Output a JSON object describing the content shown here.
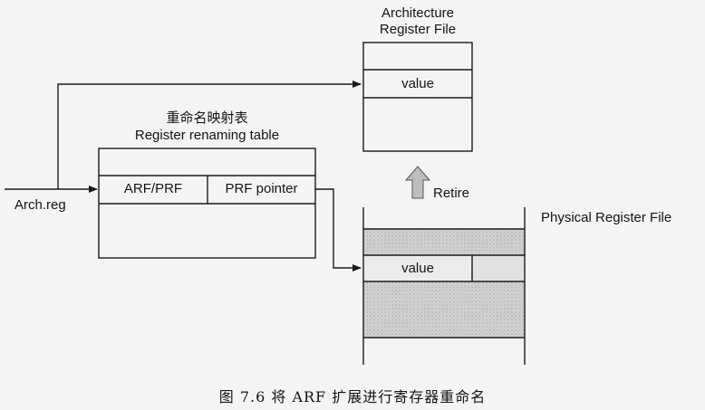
{
  "arch_register_file": {
    "title_line1": "Architecture",
    "title_line2": "Register File",
    "cell": "value"
  },
  "renaming_table": {
    "title_cn": "重命名映射表",
    "title_en": "Register renaming table",
    "col1": "ARF/PRF",
    "col2": "PRF pointer"
  },
  "input_label": "Arch.reg",
  "retire_label": "Retire",
  "physical_register_file": {
    "title": "Physical Register File",
    "cell": "value"
  },
  "caption": "图 7.6   将 ARF 扩展进行寄存器重命名",
  "colors": {
    "line": "#1a1a1a",
    "prf_shade": "#cfcfcf",
    "retire_arrow": "#bdbdbd"
  }
}
